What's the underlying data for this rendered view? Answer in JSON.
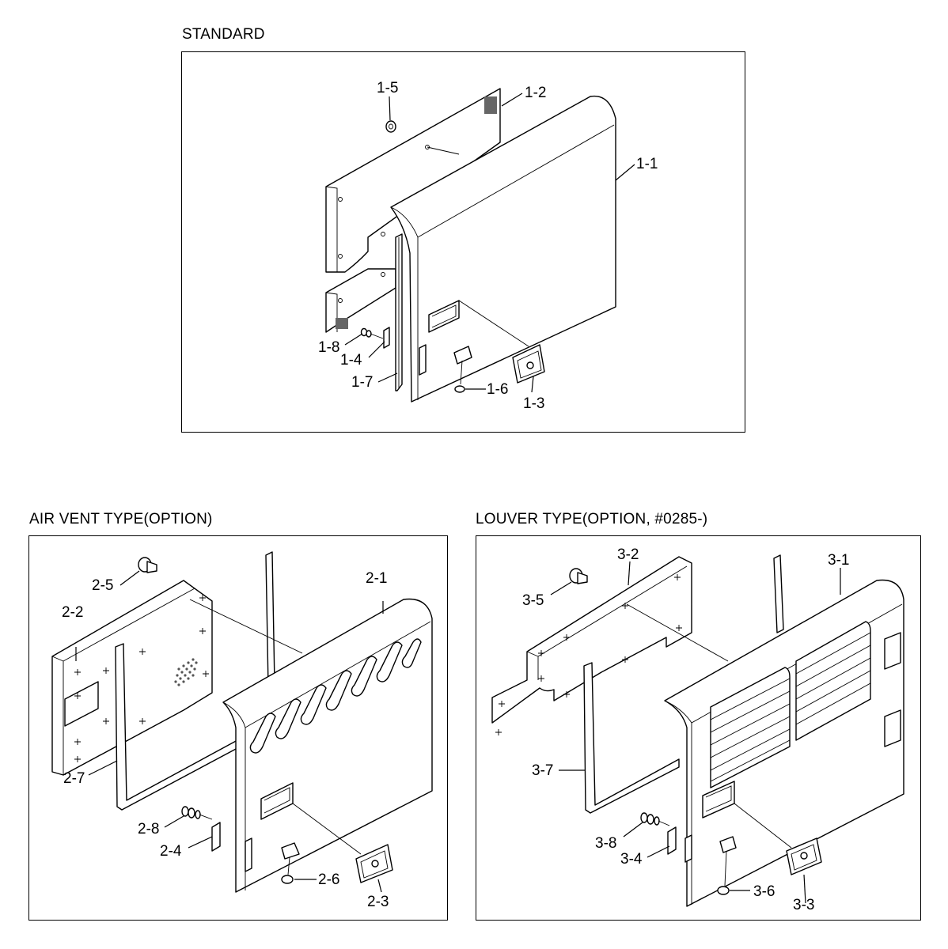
{
  "sections": {
    "standard": {
      "title": "STANDARD",
      "callouts": {
        "c1_1": "1-1",
        "c1_2": "1-2",
        "c1_3": "1-3",
        "c1_4": "1-4",
        "c1_5": "1-5",
        "c1_6": "1-6",
        "c1_7": "1-7",
        "c1_8": "1-8"
      }
    },
    "air_vent": {
      "title": "AIR VENT TYPE(OPTION)",
      "callouts": {
        "c2_1": "2-1",
        "c2_2": "2-2",
        "c2_3": "2-3",
        "c2_4": "2-4",
        "c2_5": "2-5",
        "c2_6": "2-6",
        "c2_7": "2-7",
        "c2_8": "2-8"
      }
    },
    "louver": {
      "title": "LOUVER TYPE(OPTION, #0285-)",
      "callouts": {
        "c3_1": "3-1",
        "c3_2": "3-2",
        "c3_3": "3-3",
        "c3_4": "3-4",
        "c3_5": "3-5",
        "c3_6": "3-6",
        "c3_7": "3-7",
        "c3_8": "3-8"
      }
    }
  }
}
